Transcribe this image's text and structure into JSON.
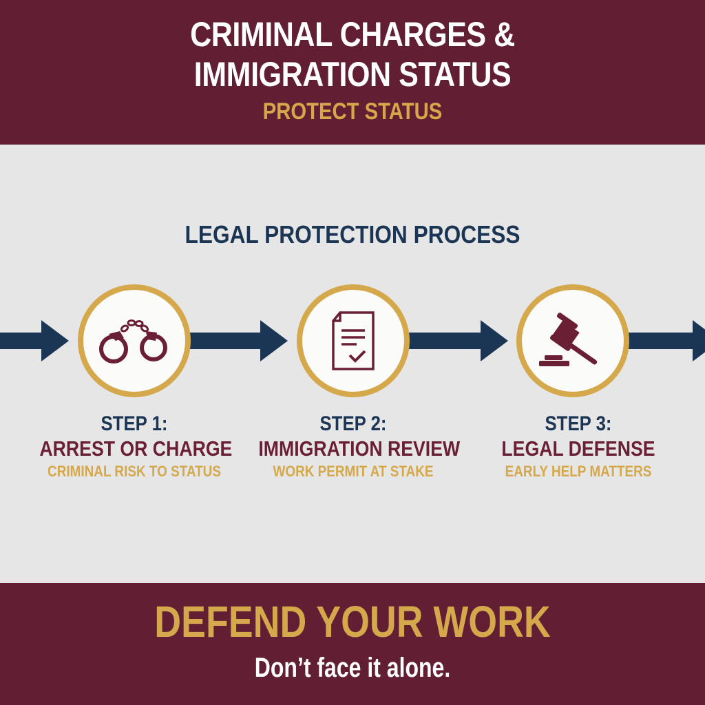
{
  "header": {
    "title_line1": "CRIMINAL CHARGES &",
    "title_line2": "IMMIGRATION STATUS",
    "subtitle": "PROTECT STATUS"
  },
  "main": {
    "section_title": "LEGAL PROTECTION PROCESS",
    "steps": [
      {
        "number": "STEP 1:",
        "name": "ARREST OR CHARGE",
        "description": "CRIMINAL RISK TO STATUS",
        "icon": "handcuffs-icon"
      },
      {
        "number": "STEP 2:",
        "name": "IMMIGRATION REVIEW",
        "description": "WORK PERMIT AT STAKE",
        "icon": "document-check-icon"
      },
      {
        "number": "STEP 3:",
        "name": "LEGAL DEFENSE",
        "description": "EARLY HELP MATTERS",
        "icon": "gavel-icon"
      }
    ]
  },
  "footer": {
    "title": "DEFEND YOUR WORK",
    "subtitle": "Don’t face it alone."
  },
  "colors": {
    "maroon": "#621f33",
    "icon_maroon": "#6a1f35",
    "gold": "#d4a84b",
    "navy": "#1b3554",
    "background": "#e6e6e6"
  }
}
